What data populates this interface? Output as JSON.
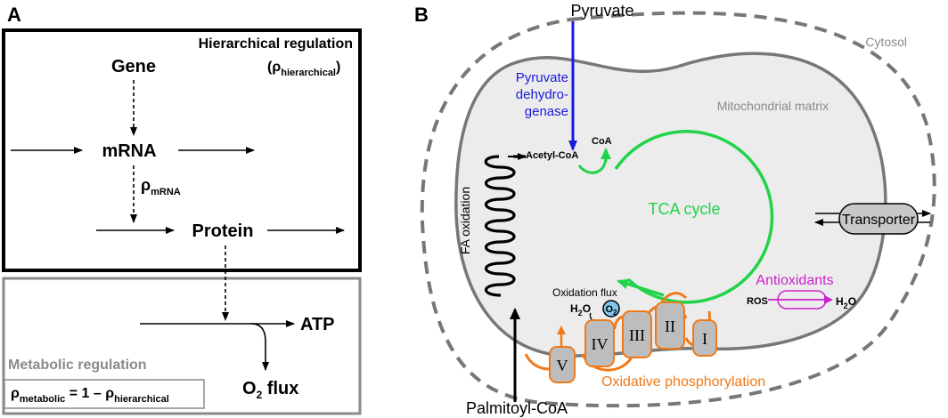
{
  "panel_a": {
    "letter": "A",
    "hier_title": "Hierarchical regulation",
    "hier_rho_main": "(ρ",
    "hier_rho_sub": "hierarchical",
    "hier_rho_close": ")",
    "gene": "Gene",
    "mrna": "mRNA",
    "protein": "Protein",
    "rho_mrna_main": "ρ",
    "rho_mrna_sub": "mRNA",
    "atp": "ATP",
    "o2_main": "O",
    "o2_sub": "2",
    "o2_rest": " flux",
    "meta_title": "Metabolic regulation",
    "formula_rho1": "ρ",
    "formula_sub1": "metabolic",
    "formula_mid": " = 1 – ρ",
    "formula_sub2": "hierarchical"
  },
  "panel_b": {
    "letter": "B",
    "pyruvate": "Pyruvate",
    "pdh_line1": "Pyruvate",
    "pdh_line2": "dehydro-",
    "pdh_line3": "genase",
    "cytosol": "Cytosol",
    "matrix": "Mitochondrial matrix",
    "acetyl_coa": "Acetyl-CoA",
    "coa": "CoA",
    "fa_oxidation": "FA oxidation",
    "tca": "TCA cycle",
    "transporter": "Transporter",
    "antioxidants": "Antioxidants",
    "ros": "ROS",
    "h2o_main": "H",
    "h2o_sub": "2",
    "h2o_end": "O",
    "oxidation_flux": "Oxidation flux",
    "o2_main": "O",
    "o2_sub": "2",
    "complexes": [
      "V",
      "IV",
      "III",
      "II",
      "I"
    ],
    "oxphos": "Oxidative phosphorylation",
    "palmitoyl": "Palmitoyl-CoA"
  },
  "colors": {
    "blue": "#1a1adb",
    "green": "#22d34a",
    "orange": "#f07a1a",
    "magenta": "#cc22cc",
    "gray_text": "#8a8a8a",
    "membrane": "#777777",
    "matrix_fill": "#ececec"
  }
}
